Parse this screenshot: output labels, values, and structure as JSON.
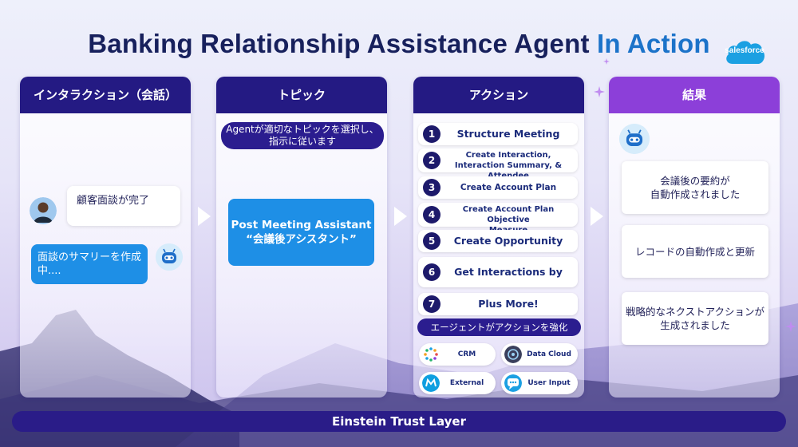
{
  "title": {
    "main": "Banking Relationship Assistance Agent ",
    "accent": "In Action"
  },
  "brand": {
    "logo_text": "salesforce"
  },
  "colors": {
    "header": "#241a83",
    "result_header": "#8c3fd9",
    "accent": "#1c73c9",
    "bubble_blue": "#1e8fe6"
  },
  "panels": {
    "interaction": {
      "header": "インタラクション（会話）",
      "user_message": "顧客面談が完了",
      "agent_message": "面談のサマリーを作成\n中...."
    },
    "topic": {
      "header": "トピック",
      "instruction": "Agentが適切なトピックを選択し、\n指示に従います",
      "topic_name": "Post Meeting Assistant\n“会議後アシスタント”"
    },
    "action": {
      "header": "アクション",
      "items": [
        {
          "num": "1",
          "label": "Structure Meeting Notes"
        },
        {
          "num": "2",
          "label": "Create Interaction,\nInteraction Summary, & Attendee"
        },
        {
          "num": "3",
          "label": "Create Account Plan Objective"
        },
        {
          "num": "4",
          "label": "Create Account Plan Objective\nMeasure"
        },
        {
          "num": "5",
          "label": "Create Opportunity"
        },
        {
          "num": "6",
          "label": "Get Interactions by Date"
        },
        {
          "num": "7",
          "label": "Plus More!"
        }
      ],
      "enhance_label": "エージェントがアクションを強化",
      "integrations": [
        {
          "label": "CRM",
          "icon": "crm-icon"
        },
        {
          "label": "Data Cloud",
          "icon": "data-cloud-icon"
        },
        {
          "label": "External",
          "icon": "mulesoft-icon"
        },
        {
          "label": "User Input",
          "icon": "chat-icon"
        }
      ]
    },
    "result": {
      "header": "結果",
      "items": [
        "会議後の要約が\n自動作成されました",
        "レコードの自動作成と更新",
        "戦略的なネクストアクションが\n生成されました"
      ]
    }
  },
  "trust_layer": "Einstein Trust Layer"
}
